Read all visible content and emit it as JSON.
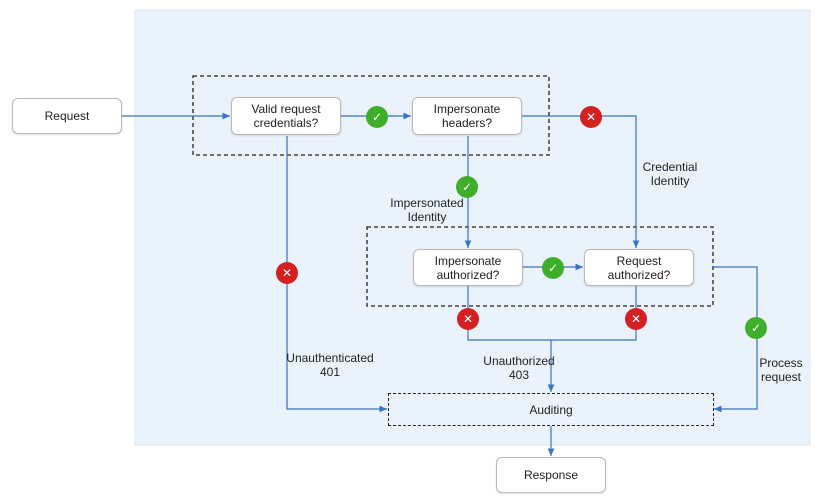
{
  "nodes": {
    "request": "Request",
    "valid_credentials": "Valid request\ncredentials?",
    "impersonate_headers": "Impersonate\nheaders?",
    "impersonate_authorized": "Impersonate\nauthorized?",
    "request_authorized": "Request\nauthorized?",
    "auditing": "Auditing",
    "response": "Response"
  },
  "labels": {
    "credential_identity": "Credential\nIdentity",
    "impersonated_identity": "Impersonated\nIdentity",
    "unauthenticated": "Unauthenticated\n401",
    "unauthorized": "Unauthorized\n403",
    "process_request": "Process\nrequest"
  },
  "icons": {
    "pass": "check-icon",
    "fail": "x-icon"
  },
  "colors": {
    "region_fill": "#eaf2fc",
    "arrow": "#3b73c2",
    "pass": "#3fae2a",
    "fail": "#d42020"
  }
}
